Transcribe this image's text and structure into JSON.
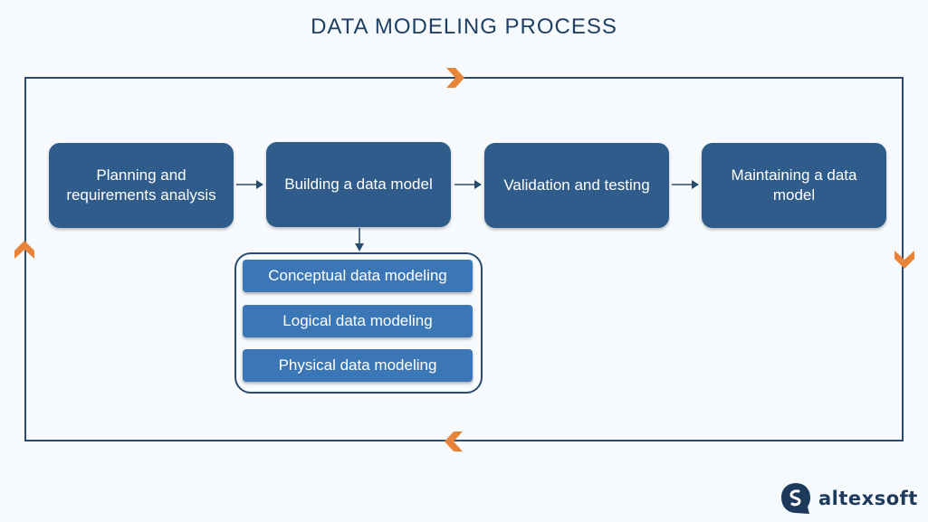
{
  "title": "DATA MODELING PROCESS",
  "steps": [
    {
      "label": "Planning and requirements analysis"
    },
    {
      "label": "Building a data model"
    },
    {
      "label": "Validation and testing"
    },
    {
      "label": "Maintaining a data model"
    }
  ],
  "building_subtypes": [
    {
      "label": "Conceptual data modeling"
    },
    {
      "label": "Logical data modeling"
    },
    {
      "label": "Physical data modeling"
    }
  ],
  "logo": {
    "text": "altexsoft",
    "icon": "altexsoft-logo-icon"
  },
  "colors": {
    "step": "#2f5c8b",
    "subtype": "#3b77b6",
    "line": "#2a4a6e",
    "chevron": "#e8833a",
    "title": "#1f3f63"
  }
}
